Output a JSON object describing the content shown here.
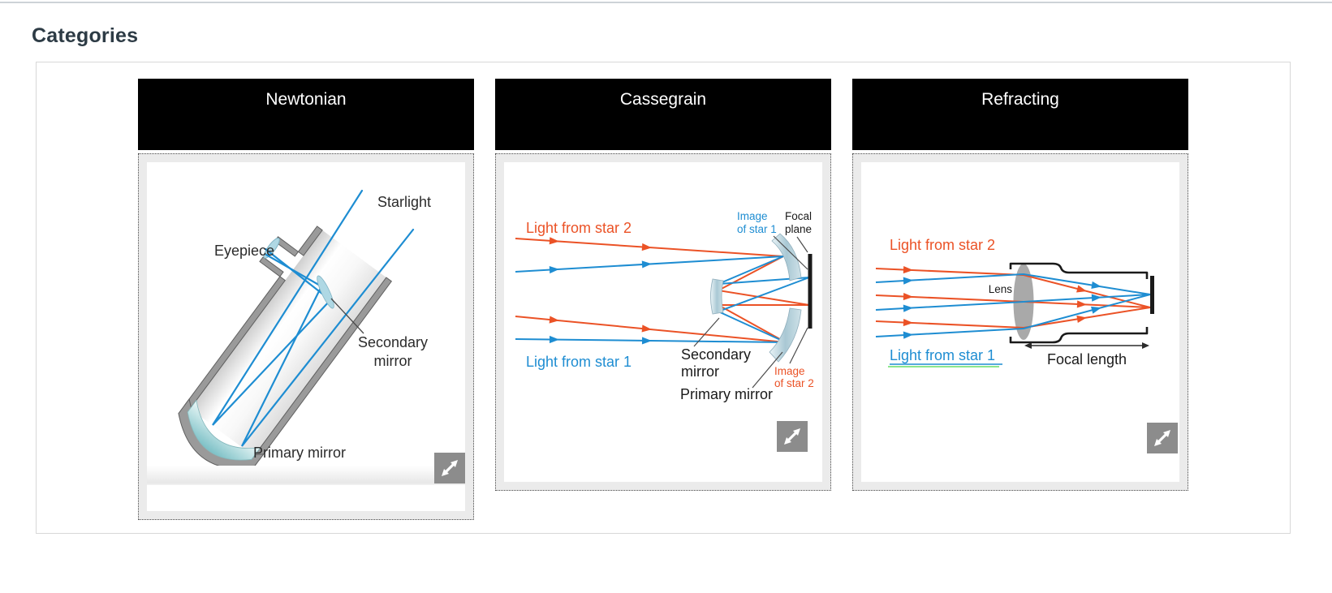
{
  "page": {
    "heading": "Categories"
  },
  "cards": [
    {
      "title": "Newtonian",
      "diagram": {
        "starlight": "Starlight",
        "eyepiece": "Eyepiece",
        "secondary_l1": "Secondary",
        "secondary_l2": "mirror",
        "primary": "Primary mirror"
      }
    },
    {
      "title": "Cassegrain",
      "diagram": {
        "light_star2": "Light from star 2",
        "light_star1": "Light from star 1",
        "image_star1_l1": "Image",
        "image_star1_l2": "of star 1",
        "focal_l1": "Focal",
        "focal_l2": "plane",
        "secondary_l1": "Secondary",
        "secondary_l2": "mirror",
        "primary": "Primary mirror",
        "image_star2_l1": "Image",
        "image_star2_l2": "of star 2"
      }
    },
    {
      "title": "Refracting",
      "diagram": {
        "light_star2": "Light from star 2",
        "light_star1": "Light from star 1",
        "lens": "Lens",
        "focal_length": "Focal length"
      }
    }
  ],
  "colors": {
    "ray_blue": "#1E8DD2",
    "ray_orange": "#EB5226",
    "mirror_teal": "#7CC0C6",
    "header_bg": "#000000",
    "header_text": "#FFFFFF",
    "panel_bg": "#EBEBEB",
    "underline_green": "#8CE68C",
    "icon_bg": "#8C8C8C"
  }
}
